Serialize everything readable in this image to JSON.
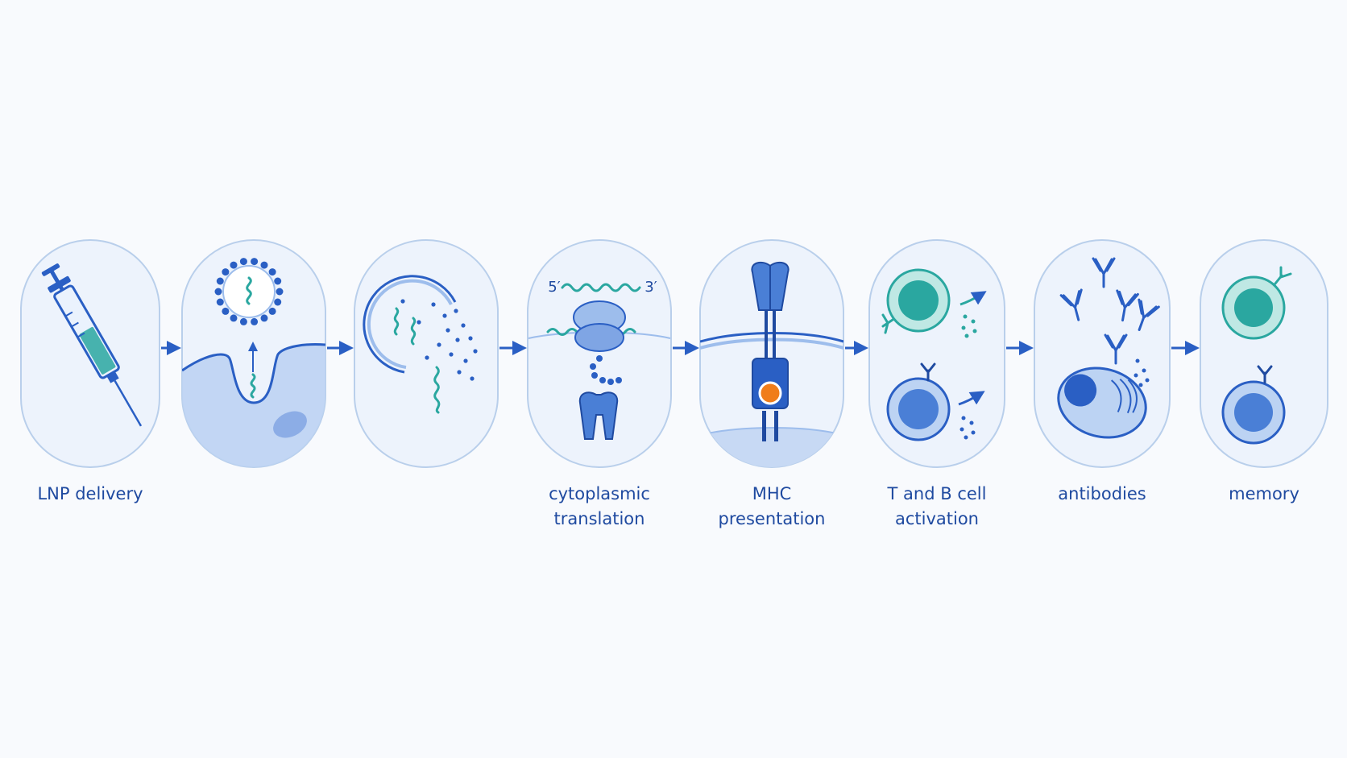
{
  "steps": [
    {
      "id": "lnp",
      "caption": "LNP delivery"
    },
    {
      "id": "endocytosis",
      "caption": ""
    },
    {
      "id": "escape",
      "caption": ""
    },
    {
      "id": "translation",
      "caption": "cytoplasmic\ntranslation"
    },
    {
      "id": "mhc",
      "caption": "MHC\npresentation"
    },
    {
      "id": "activation",
      "caption": "T and B cell\nactivation"
    },
    {
      "id": "antibodies",
      "caption": "antibodies"
    },
    {
      "id": "memory",
      "caption": "memory"
    }
  ],
  "mrna_labels": {
    "five_prime": "5′",
    "three_prime": "3′"
  },
  "colors": {
    "pill_fill": "#edf3fc",
    "pill_stroke": "#b9cfeb",
    "primary_blue": "#2a5fc4",
    "light_blue": "#9dbdec",
    "teal": "#2aa7a0",
    "light_teal": "#bfe8e4",
    "peptide_orange": "#f07d1a",
    "arrow": "#2a5fc4"
  }
}
